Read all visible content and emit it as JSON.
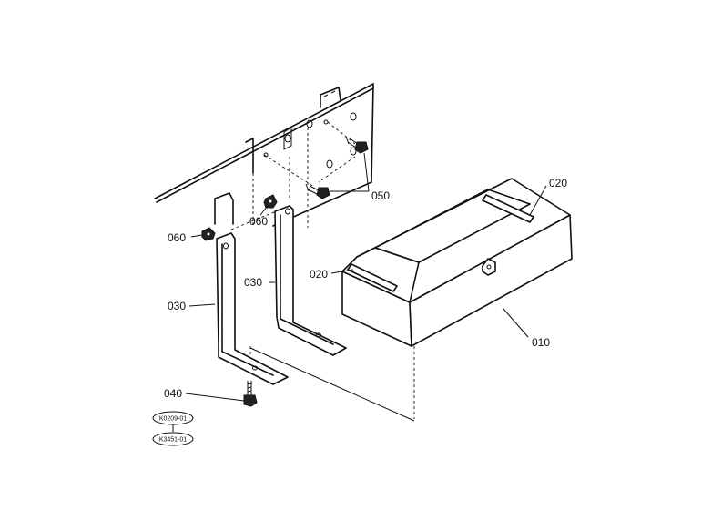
{
  "callouts": {
    "box": "010",
    "hinge_right": "020",
    "hinge_left": "020",
    "bracket_right": "030",
    "bracket_left": "030",
    "bolt": "040",
    "bolts_top": "050",
    "nut_left": "060",
    "nut_mid": "060"
  },
  "references": {
    "ref_1": "K0209-01",
    "ref_2": "K3451-01"
  }
}
